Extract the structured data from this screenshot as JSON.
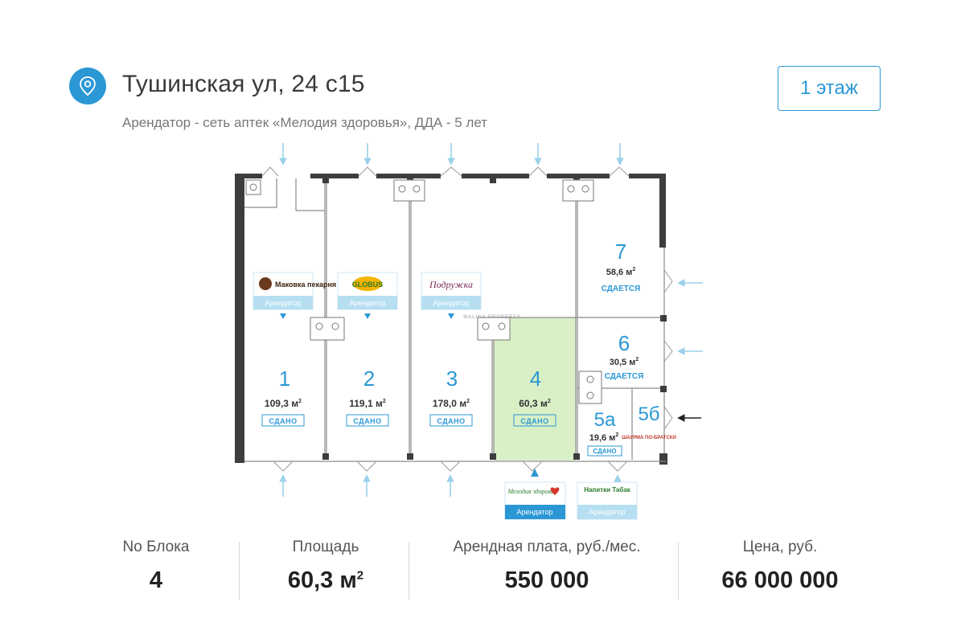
{
  "header": {
    "address": "Тушинская ул, 24 с15",
    "subtitle": "Арендатор - сеть аптек «Мелодия здоровья», ДДА - 5 лет",
    "floor_button": "1 этаж",
    "location_icon": "map-pin-icon"
  },
  "plan": {
    "tenant_label": "Арендатор",
    "watermark": "MALINA PROPERTY",
    "units": {
      "u1": {
        "number": "1",
        "area": "109,3 м",
        "status": "СДАНО",
        "tenant": "Маковка пекарня"
      },
      "u2": {
        "number": "2",
        "area": "119,1 м",
        "status": "СДАНО",
        "tenant": "GLOBUS"
      },
      "u3": {
        "number": "3",
        "area": "178,0 м",
        "status": "СДАНО",
        "tenant": "Подружка"
      },
      "u4": {
        "number": "4",
        "area": "60,3 м",
        "status": "СДАНО",
        "tenant": "Мелодия здоровья"
      },
      "u5a": {
        "number": "5а",
        "area": "19,6 м",
        "status": "СДАНО",
        "tenant": "Напитки Табак"
      },
      "u5b": {
        "number": "5б",
        "tenant": "ШАУРМА ПО-БРАТСКИ"
      },
      "u6": {
        "number": "6",
        "area": "30,5 м",
        "status": "СДАЕТСЯ"
      },
      "u7": {
        "number": "7",
        "area": "58,6 м",
        "status": "СДАЕТСЯ"
      }
    },
    "area_sup": "2",
    "colors": {
      "accent": "#2b98d5",
      "selected_fill": "#d9f0c7",
      "wall": "#3d3d3d"
    }
  },
  "stats": {
    "block": {
      "label": "No Блока",
      "value": "4"
    },
    "area": {
      "label": "Площадь",
      "value": "60,3 м",
      "sup": "2"
    },
    "rent": {
      "label": "Арендная плата, руб./мес.",
      "value": "550 000"
    },
    "price": {
      "label": "Цена, руб.",
      "value": "66 000 000"
    }
  }
}
